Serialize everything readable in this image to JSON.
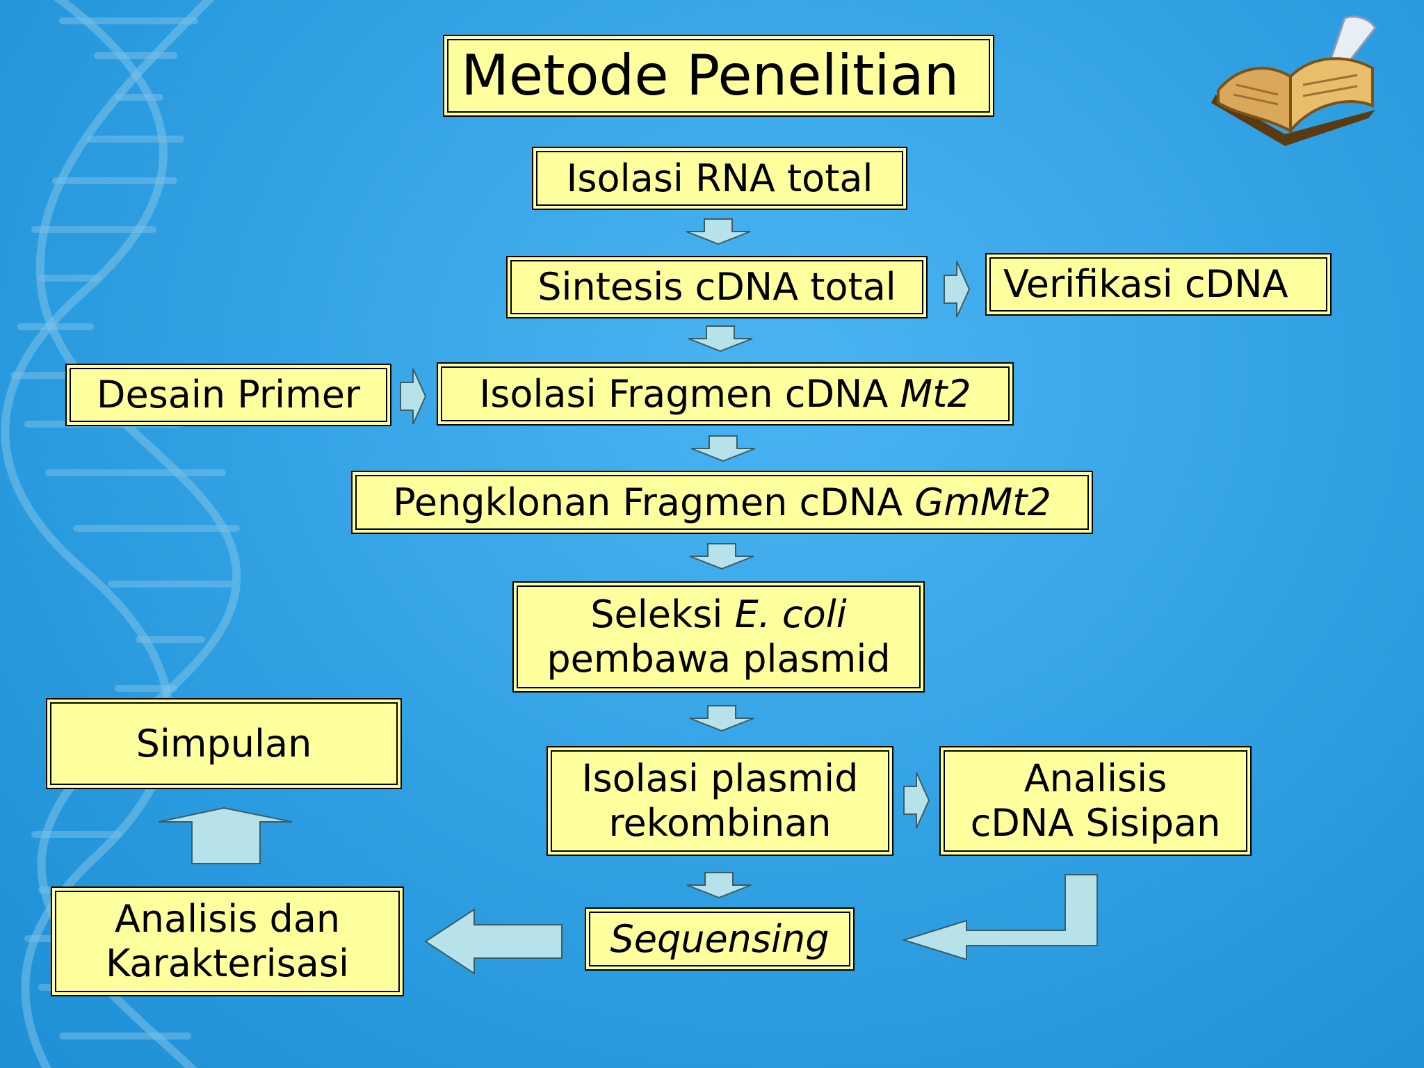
{
  "title": "Metode Penelitian",
  "steps": {
    "isolasi_rna": "Isolasi RNA total",
    "sintesis_cdna": "Sintesis cDNA total",
    "verifikasi_cdna": "Verifikasi cDNA",
    "desain_primer": "Desain Primer",
    "isolasi_fragmen": {
      "prefix": "Isolasi Fragmen cDNA ",
      "italic": "Mt2"
    },
    "pengklonan": {
      "prefix": "Pengklonan Fragmen cDNA ",
      "italic": "GmMt2"
    },
    "seleksi": {
      "line1_prefix": "Seleksi ",
      "line1_italic": "E. coli",
      "line2": "pembawa plasmid"
    },
    "isolasi_plasmid": {
      "line1": "Isolasi plasmid",
      "line2": "rekombinan"
    },
    "analisis_sisipan": {
      "line1": "Analisis",
      "line2": "cDNA Sisipan"
    },
    "sequensing": "Sequensing",
    "analisis_karakterisasi": {
      "line1": "Analisis dan",
      "line2": "Karakterisasi"
    },
    "simpulan": "Simpulan"
  },
  "colors": {
    "box_fill": "#ffff9e",
    "arrow_fill": "#b7e2ea",
    "background": "#2f9fe2"
  },
  "icons": [
    "dna-helix-icon",
    "open-book-quill-icon"
  ]
}
